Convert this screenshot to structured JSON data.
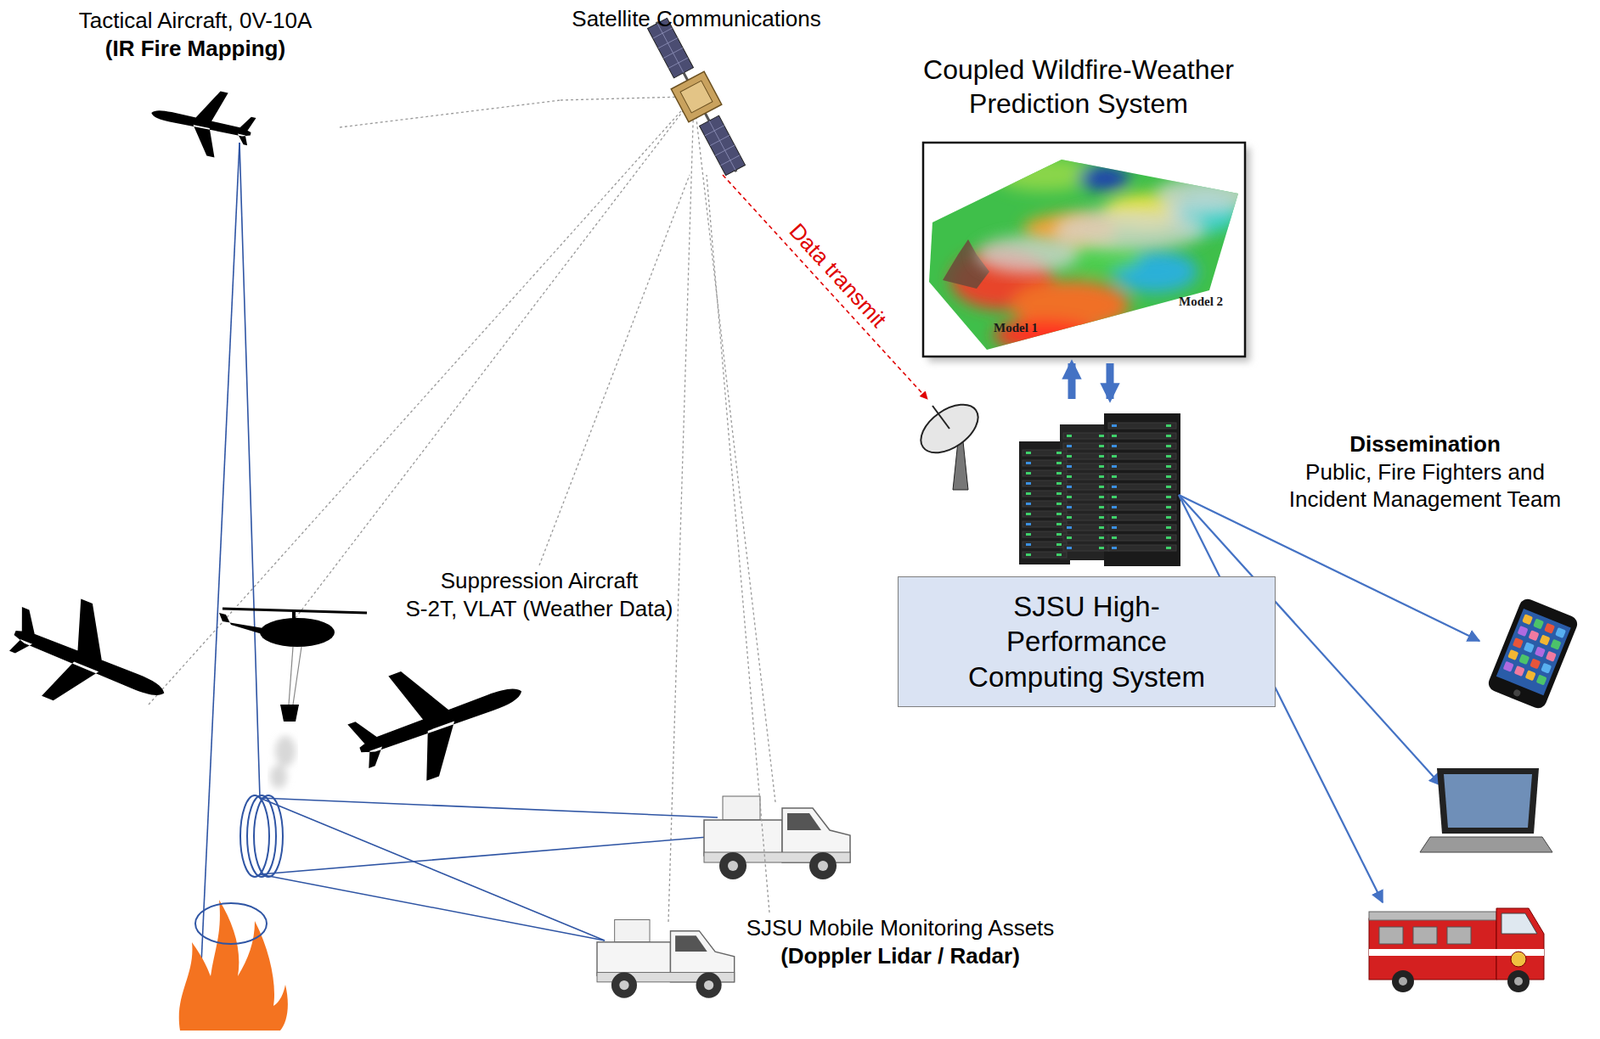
{
  "diagram": {
    "nodes": [
      {
        "text": [
          "Tactical Aircraft, 0V-10A",
          "(IR Fire Mapping)"
        ]
      },
      {
        "text": [
          "Satellite Communications"
        ]
      },
      {
        "text": [
          "Coupled Wildfire-Weather Prediction System"
        ]
      },
      {
        "text": [
          "SJSU High-Performance Computing System"
        ]
      },
      {
        "text": [
          "Suppression Aircraft",
          "S-2T, VLAT (Weather Data)"
        ]
      },
      {
        "text": [
          "SJSU Mobile Monitoring Assets",
          "(Doppler Lidar / Radar)"
        ]
      },
      {
        "text": [
          "Dissemination",
          "Public, Fire Fighters and Incident Management Team"
        ]
      }
    ],
    "edges": [
      {
        "from": 0,
        "to": 1,
        "arrow": "none"
      },
      {
        "from": 4,
        "to": 1,
        "arrow": "none"
      },
      {
        "from": 5,
        "to": 1,
        "arrow": "none"
      },
      {
        "from": 1,
        "to": 3,
        "label": "Data transmit",
        "arrow": "to"
      },
      {
        "from": 3,
        "to": 2,
        "arrow": "to"
      },
      {
        "from": 2,
        "to": 3,
        "arrow": "to"
      }
    ],
    "labels": [
      "Model 1",
      "Model 2"
    ]
  }
}
